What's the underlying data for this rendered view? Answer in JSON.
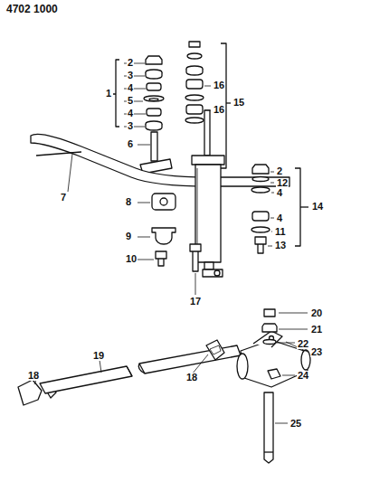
{
  "diagram": {
    "labels": [
      "4702 1000",
      "2",
      "3",
      "4",
      "5",
      "4",
      "3",
      "1",
      "6",
      "7",
      "8",
      "9",
      "10",
      "16",
      "16",
      "15",
      "2",
      "12",
      "4",
      "4",
      "11",
      "13",
      "14",
      "17",
      "20",
      "21",
      "22",
      "23",
      "24",
      "18",
      "19",
      "18",
      "25"
    ]
  }
}
